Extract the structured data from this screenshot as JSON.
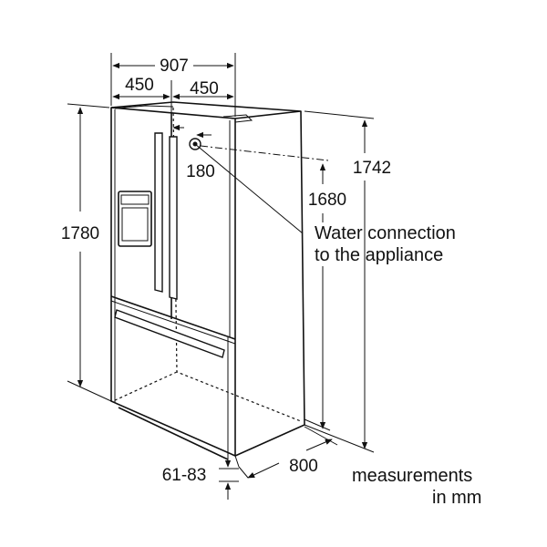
{
  "dimensions": {
    "total_width": "907",
    "left_half": "450",
    "right_half": "450",
    "height_to_top": "1780",
    "depth_height": "1742",
    "connection_height": "1680",
    "connection_offset": "180",
    "depth": "800",
    "foot_offset": "61-83"
  },
  "labels": {
    "water_line1": "Water connection",
    "water_line2": "to the appliance",
    "units_line1": "measurements",
    "units_line2": "in mm"
  }
}
